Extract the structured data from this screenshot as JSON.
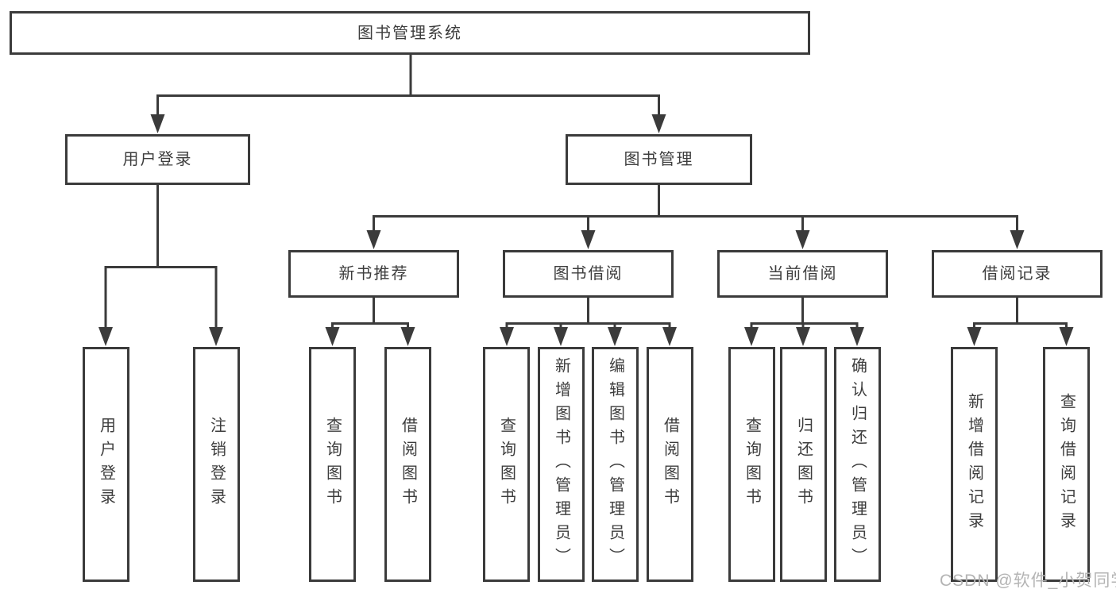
{
  "diagram_title": "图书管理系统",
  "colors": {
    "background": "#ffffff",
    "line": "#3b3b3b",
    "box_border": "#3b3b3b",
    "text": "#3d3d3d",
    "watermark": "#b4b4b4"
  },
  "tree": {
    "root": "图书管理系统",
    "level2": [
      "用户登录",
      "图书管理"
    ],
    "level3": [
      "新书推荐",
      "图书借阅",
      "当前借阅",
      "借阅记录"
    ],
    "leaves": [
      "用户登录",
      "注销登录",
      "查询图书",
      "借阅图书",
      "查询图书",
      "新增图书（管理员）",
      "编辑图书（管理员）",
      "借阅图书",
      "查询图书",
      "归还图书",
      "确认归还（管理员）",
      "新增借阅记录",
      "查询借阅记录"
    ],
    "hierarchy": [
      {
        "parent": "图书管理系统",
        "children": [
          "用户登录",
          "图书管理"
        ]
      },
      {
        "parent": "用户登录",
        "children": [
          "用户登录",
          "注销登录"
        ]
      },
      {
        "parent": "图书管理",
        "children": [
          "新书推荐",
          "图书借阅",
          "当前借阅",
          "借阅记录"
        ]
      },
      {
        "parent": "新书推荐",
        "children": [
          "查询图书",
          "借阅图书"
        ]
      },
      {
        "parent": "图书借阅",
        "children": [
          "查询图书",
          "新增图书（管理员）",
          "编辑图书（管理员）",
          "借阅图书"
        ]
      },
      {
        "parent": "当前借阅",
        "children": [
          "查询图书",
          "归还图书",
          "确认归还（管理员）"
        ]
      },
      {
        "parent": "借阅记录",
        "children": [
          "新增借阅记录",
          "查询借阅记录"
        ]
      }
    ]
  },
  "watermark": {
    "text": "CSDN @软件_小贺同学"
  }
}
